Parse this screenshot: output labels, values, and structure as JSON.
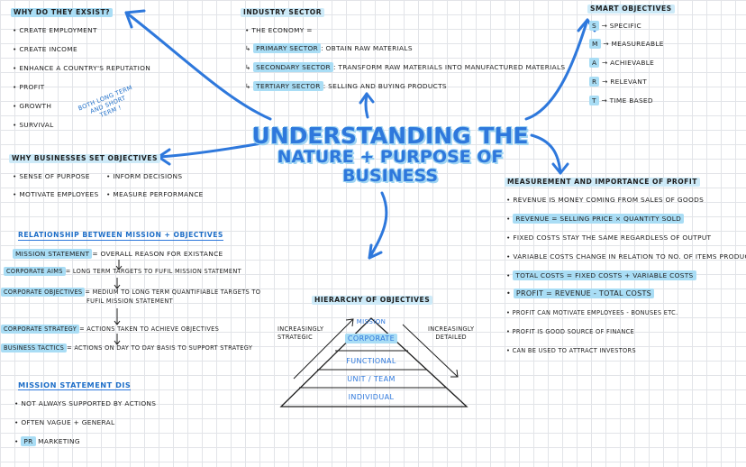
{
  "title": {
    "line1": "Understanding the",
    "line2": "Nature + Purpose of",
    "line3": "Business"
  },
  "why_exist": {
    "heading": "Why do they exsist?",
    "items": [
      "Create employment",
      "Create income",
      "Enhance a country's reputation",
      "Profit",
      "Growth",
      "Survival"
    ],
    "note_line1": "Both long term",
    "note_line2": "and short",
    "note_line3": "term !"
  },
  "why_objectives": {
    "heading": "Why businesses set objectives",
    "items": [
      "Sense of purpose",
      "Inform decisions",
      "Motivate employees",
      "Measure performance"
    ]
  },
  "industry": {
    "heading": "Industry sector",
    "economy": "The economy =",
    "primary_label": "Primary sector",
    "primary_text": ": obtain raw materials",
    "secondary_label": "Secondary sector",
    "secondary_text": ": transform raw materials into manufactured materials",
    "tertiary_label": "Tertiary sector",
    "tertiary_text": ": selling and buying products"
  },
  "smart": {
    "heading": "Smart objectives",
    "items": [
      {
        "letter": "S",
        "word": "Specific"
      },
      {
        "letter": "M",
        "word": "Measureable"
      },
      {
        "letter": "A",
        "word": "Achievable"
      },
      {
        "letter": "R",
        "word": "Relevant"
      },
      {
        "letter": "T",
        "word": "Time based"
      }
    ]
  },
  "mission": {
    "heading": "Relationship between mission + objectives",
    "statement_label": "Mission statement",
    "statement_text": "= overall reason for existance",
    "aims_label": "Corporate aims",
    "aims_text": "= long term targets to fufil mission statement",
    "objectives_label": "Corporate objectives",
    "objectives_text": "= medium to long term quantifiable targets to",
    "objectives_text2": "fufil mission statement",
    "strategy_label": "Corporate strategy",
    "strategy_text": "= actions taken to achieve objectives",
    "tactics_label": "Business tactics",
    "tactics_text": "= actions on day to day basis to support strategy"
  },
  "mission_dis": {
    "heading": "Mission statement dis",
    "items": [
      "Not always supported by actions",
      "Often vague + general"
    ],
    "pr_label": "PR",
    "pr_text": "marketing"
  },
  "hierarchy": {
    "heading": "Hierarchy of objectives",
    "left_line1": "Increasingly",
    "left_line2": "strategic",
    "right_line1": "Increasingly",
    "right_line2": "detailed",
    "levels": [
      "Mission",
      "Corporate",
      "Functional",
      "Unit / Team",
      "Individual"
    ]
  },
  "profit": {
    "heading": "Measurement and importance of profit",
    "revenue_def": "Revenue is money coming from sales of goods",
    "revenue_formula": "Revenue = selling price × quantity sold",
    "fixed": "Fixed costs stay the same regardless of output",
    "variable": "Variable costs change in relation to no. of items produced",
    "total_costs": "Total costs = fixed costs + variable costs",
    "profit_formula": "Profit = revenue - total costs",
    "bullets": [
      "Profit can motivate employees - bonuses etc.",
      "Profit is good source of finance",
      "Can be used to attract investors"
    ]
  },
  "colors": {
    "accent": "#2e78dc",
    "highlight": "#a9ddf5",
    "ink": "#1e1e1e"
  }
}
